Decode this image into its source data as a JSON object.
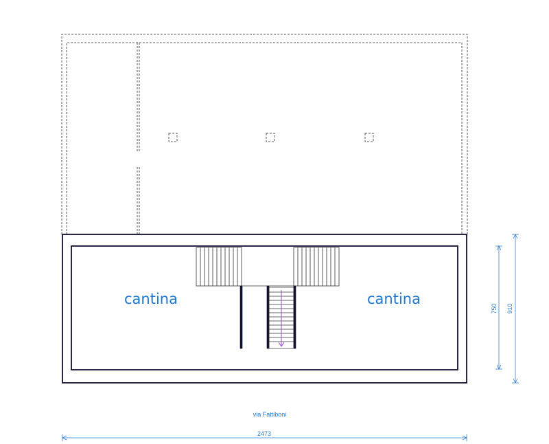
{
  "colors": {
    "wall": "#101030",
    "dashed": "#303030",
    "dimension": "#2e7fd0",
    "label": "#1e78d2",
    "stair_arrow": "#9b4dd0"
  },
  "rooms": {
    "left_label": "cantina",
    "right_label": "cantina"
  },
  "street": {
    "label": "via Fattiboni"
  },
  "dimensions": {
    "width": "2473",
    "inner_height": "750",
    "outer_height": "910"
  }
}
